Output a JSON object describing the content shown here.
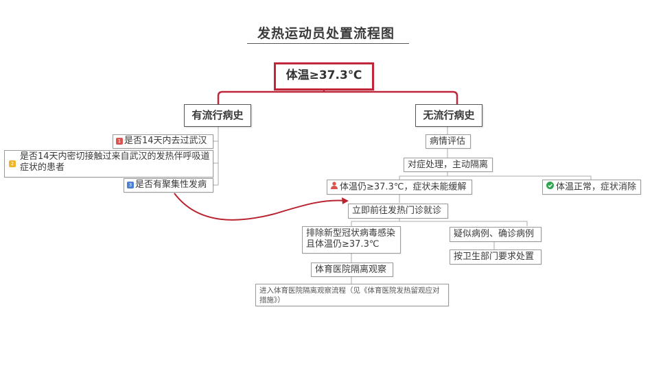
{
  "title": "发热运动员处置流程图",
  "root": "体温≥37.3℃",
  "colors": {
    "accent": "#c0263a",
    "badge1": "#d9534f",
    "badge2": "#f0b429",
    "badge3": "#4a7fd4",
    "check": "#2ea44f"
  },
  "left_branch": {
    "label": "有流行病史",
    "items": [
      {
        "badge": "1",
        "text": "是否14天内去过武汉"
      },
      {
        "badge": "2",
        "text": "是否14天内密切接触过来自武汉的发热伴呼吸道症状的患者"
      },
      {
        "badge": "3",
        "text": "是否有聚集性发病"
      }
    ]
  },
  "right_branch": {
    "label": "无流行病史",
    "steps": [
      "病情评估",
      "对症处理，主动隔离"
    ],
    "outcomes": [
      {
        "icon": "person-icon",
        "text": "体温仍≥37.3℃，症状未能缓解"
      },
      {
        "icon": "check-circle-icon",
        "text": "体温正常，症状消除"
      }
    ]
  },
  "clinic": "立即前往发热门诊就诊",
  "clinic_branches": {
    "excluded": {
      "text": "排除新型冠状病毒感染且体温仍≥37.3℃",
      "next": "体育医院隔离观察",
      "final": "进入体育医院隔离观察流程（见《体育医院发热留观应对措施》）"
    },
    "suspected": {
      "text": "疑似病例、确诊病例",
      "next": "按卫生部门要求处置"
    }
  }
}
